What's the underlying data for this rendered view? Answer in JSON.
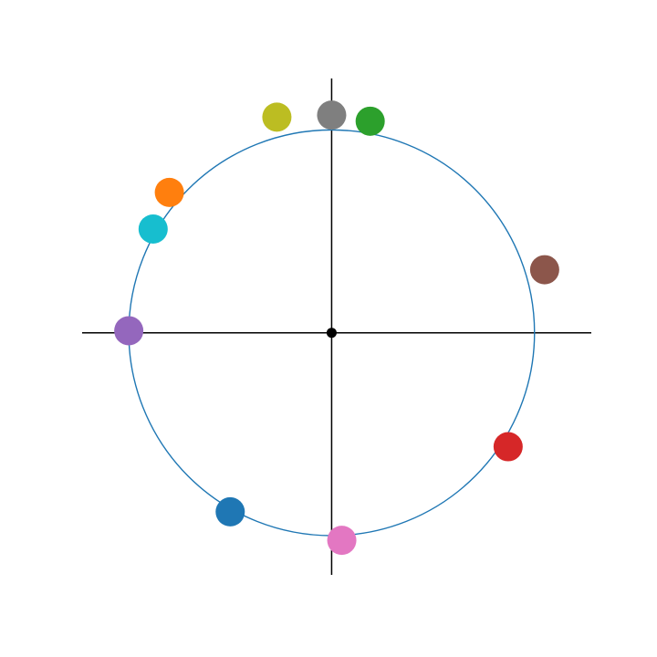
{
  "chart_data": {
    "type": "scatter",
    "title": "",
    "xlabel": "",
    "ylabel": "",
    "xlim": [
      -1.23,
      1.28
    ],
    "ylim": [
      -1.19,
      1.25
    ],
    "grid": false,
    "reference_circle": {
      "center": [
        0,
        0
      ],
      "radius": 1.0,
      "color": "#1f77b4"
    },
    "origin_point": {
      "x": 0,
      "y": 0,
      "color": "#000000"
    },
    "points": [
      {
        "x": -0.5,
        "y": -0.88,
        "color": "#1f77b4"
      },
      {
        "x": -0.8,
        "y": 0.69,
        "color": "#ff7f0e"
      },
      {
        "x": 0.19,
        "y": 1.04,
        "color": "#2ca02c"
      },
      {
        "x": 0.87,
        "y": -0.56,
        "color": "#d62728"
      },
      {
        "x": -1.0,
        "y": 0.01,
        "color": "#9467bd"
      },
      {
        "x": 1.05,
        "y": 0.31,
        "color": "#8c564b"
      },
      {
        "x": 0.05,
        "y": -1.02,
        "color": "#e377c2"
      },
      {
        "x": 0.0,
        "y": 1.07,
        "color": "#7f7f7f"
      },
      {
        "x": -0.27,
        "y": 1.06,
        "color": "#bcbd22"
      },
      {
        "x": -0.88,
        "y": 0.51,
        "color": "#17becf"
      }
    ]
  }
}
